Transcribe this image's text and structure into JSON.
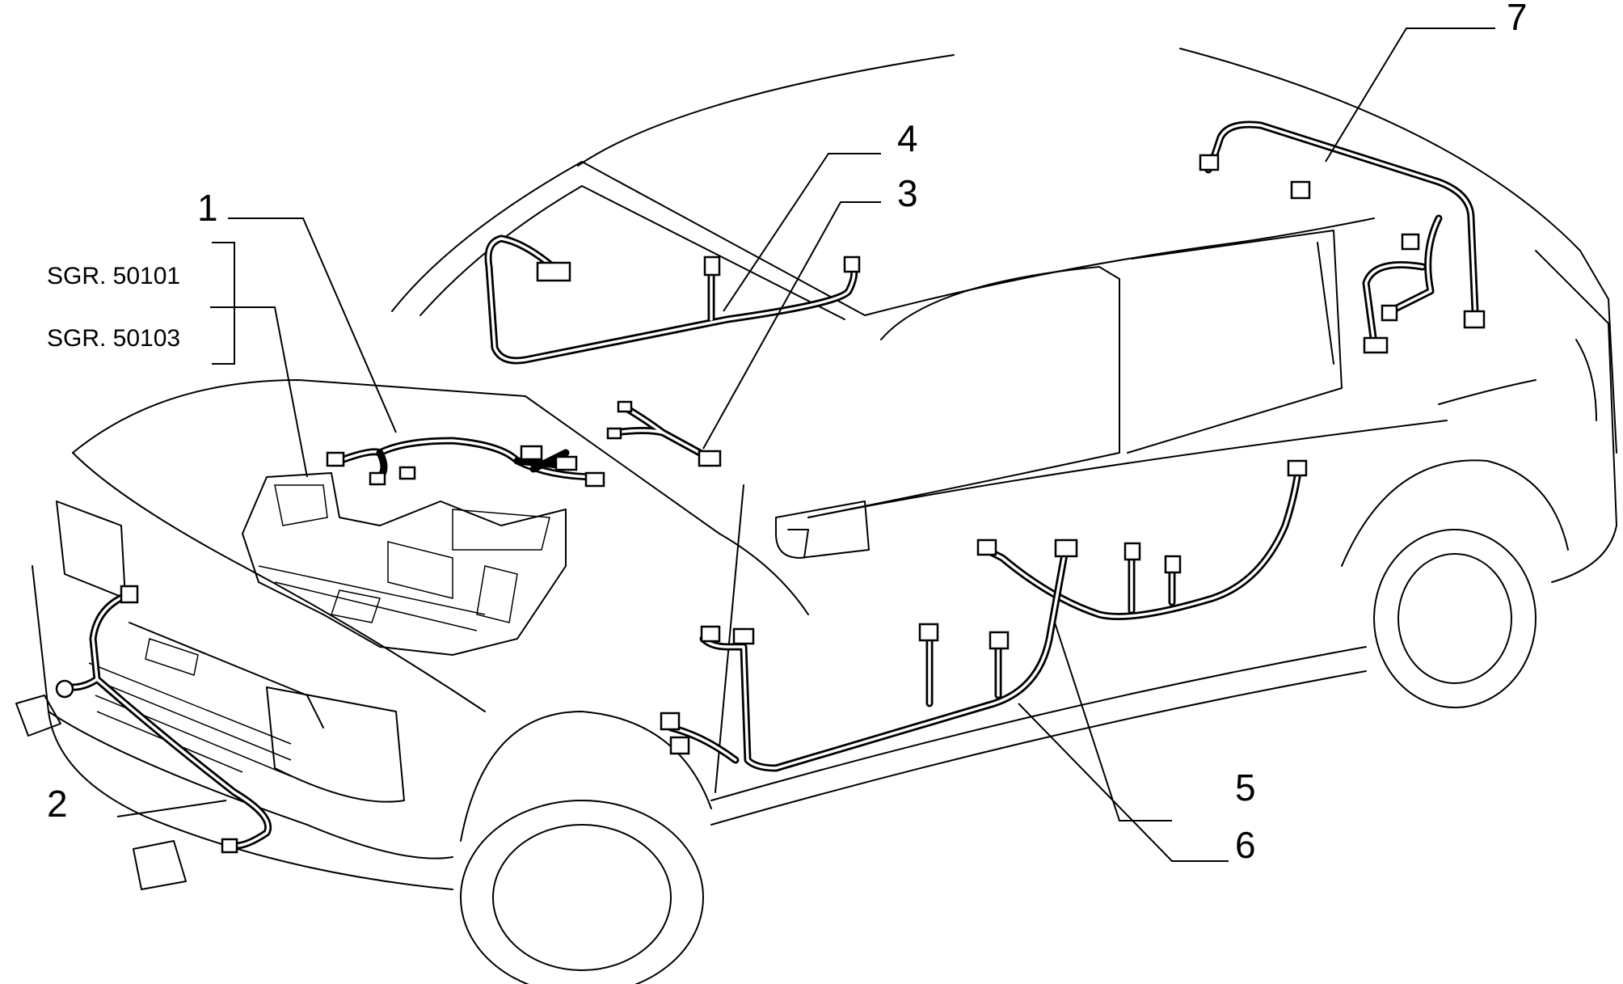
{
  "callouts": [
    {
      "id": "1",
      "label": "1"
    },
    {
      "id": "2",
      "label": "2"
    },
    {
      "id": "3",
      "label": "3"
    },
    {
      "id": "4",
      "label": "4"
    },
    {
      "id": "5",
      "label": "5"
    },
    {
      "id": "6",
      "label": "6"
    },
    {
      "id": "7",
      "label": "7"
    }
  ],
  "references": [
    "SGR. 50101",
    "SGR. 50103"
  ]
}
